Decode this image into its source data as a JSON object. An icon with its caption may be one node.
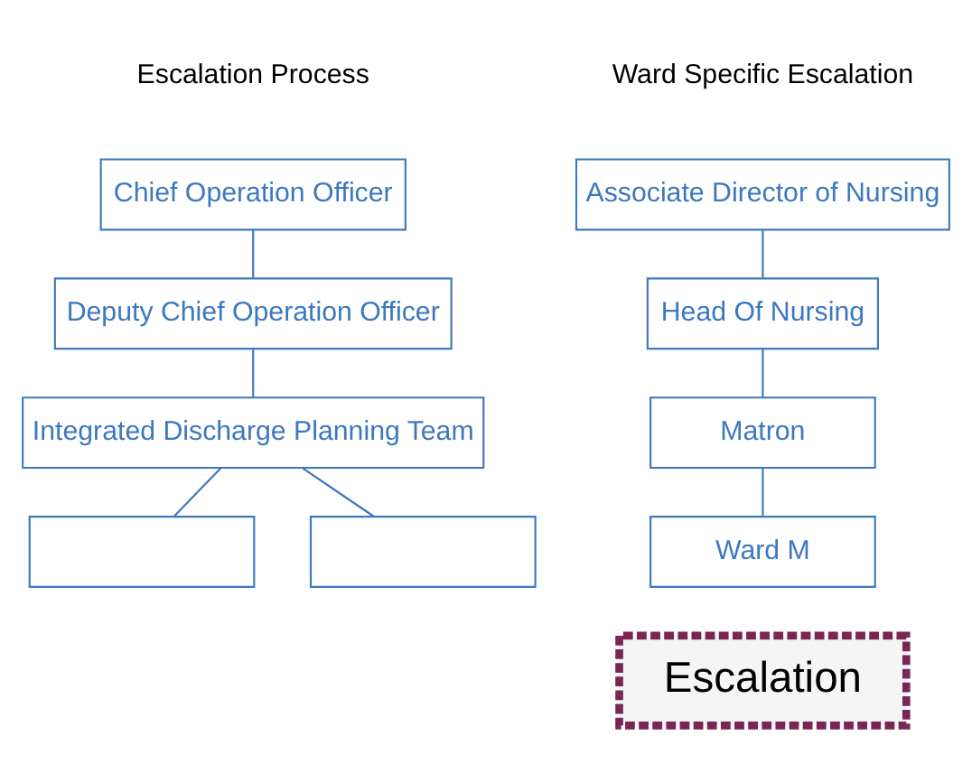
{
  "diagram": {
    "nodes": [
      {
        "text": [
          "Chief Operation Officer"
        ]
      },
      {
        "text": [
          "Deputy Chief Operation Officer"
        ]
      },
      {
        "text": [
          "Integrated Discharge Planning Team"
        ]
      },
      {
        "text": [],
        "shape": "box"
      },
      {
        "text": [],
        "shape": "box"
      },
      {
        "text": [
          "Associate Director of Nursing"
        ]
      },
      {
        "text": [
          "Head Of Nursing"
        ]
      },
      {
        "text": [
          "Matron"
        ]
      },
      {
        "text": [
          "Ward M"
        ]
      },
      {
        "text": [
          "Escalation"
        ]
      }
    ],
    "edges": [
      {
        "from": 0,
        "to": 1,
        "arrow": "none"
      },
      {
        "from": 1,
        "to": 2,
        "arrow": "none"
      },
      {
        "from": 2,
        "to": 3,
        "arrow": "none"
      },
      {
        "from": 2,
        "to": 4,
        "arrow": "none"
      },
      {
        "from": 5,
        "to": 6,
        "arrow": "none"
      },
      {
        "from": 6,
        "to": 7,
        "arrow": "none"
      },
      {
        "from": 7,
        "to": 8,
        "arrow": "none"
      }
    ],
    "labels": [
      "Escalation Process",
      "Ward Specific Escalation"
    ]
  }
}
